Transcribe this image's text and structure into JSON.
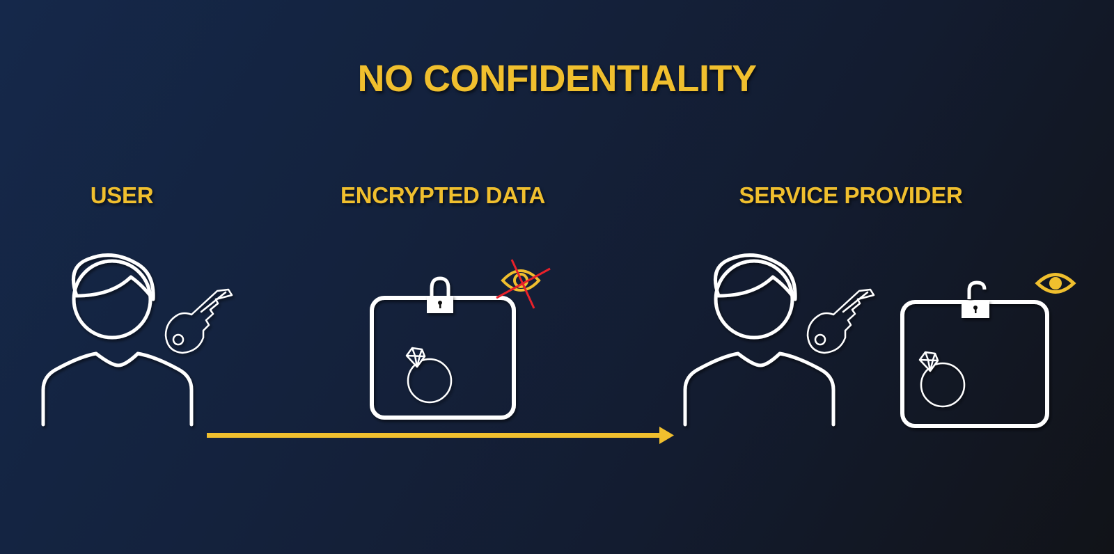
{
  "slide": {
    "title": "NO CONFIDENTIALITY",
    "columns": [
      {
        "id": "user",
        "label": "USER"
      },
      {
        "id": "encrypted-data",
        "label": "ENCRYPTED DATA"
      },
      {
        "id": "service-provider",
        "label": "SERVICE PROVIDER"
      }
    ],
    "icons": {
      "user": [
        "person-icon",
        "key-icon"
      ],
      "encrypted_data": [
        "locked-padlock-icon",
        "data-box-icon",
        "diamond-ring-icon",
        "crossed-out-eye-icon"
      ],
      "service_provider": [
        "person-icon",
        "key-icon",
        "unlocked-padlock-icon",
        "data-box-icon",
        "diamond-ring-icon",
        "eye-icon"
      ]
    },
    "flow": {
      "from": "user",
      "to": "service-provider",
      "type": "arrow"
    }
  },
  "colors": {
    "accent": "#f0bf2e",
    "icon": "#ffffff",
    "cross": "#e8212a",
    "background_start": "#15284a",
    "background_end": "#111318"
  }
}
